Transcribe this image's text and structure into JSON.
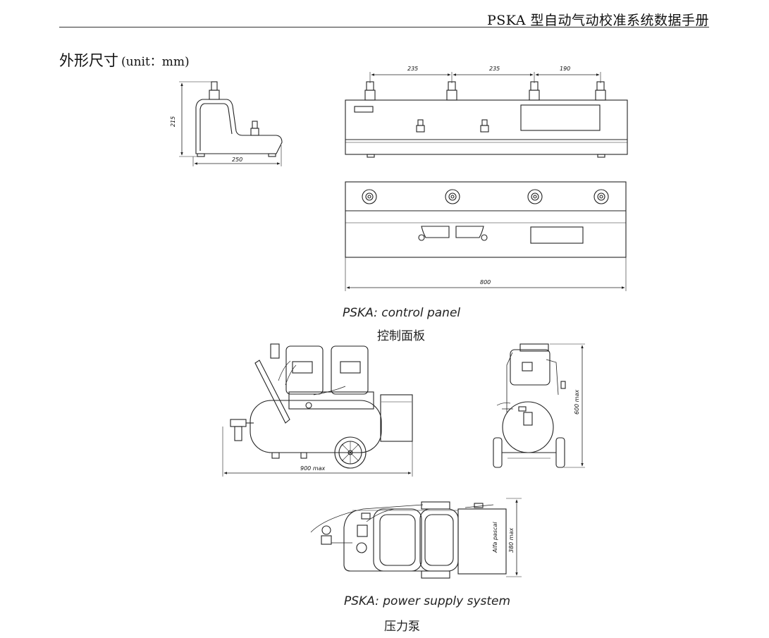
{
  "header": {
    "title": "PSKA 型自动气动校准系统数据手册"
  },
  "section": {
    "title": "外形尺寸",
    "unit_note": "(unit：mm)"
  },
  "control_panel": {
    "side_view": {
      "height_label": "215",
      "depth_label": "250"
    },
    "front_view": {
      "spacing_labels": [
        "235",
        "235",
        "190"
      ]
    },
    "top_view": {
      "width_label": "800"
    },
    "caption_en": "PSKA: control panel",
    "caption_zh": "控制面板"
  },
  "power_supply": {
    "side_view": {
      "length_label": "900 max"
    },
    "end_view": {
      "height_label": "600 max"
    },
    "top_view": {
      "width_label": "380 max",
      "device_label": "Alfa pascal"
    },
    "caption_en": "PSKA: power supply system",
    "caption_zh": "压力泵"
  }
}
